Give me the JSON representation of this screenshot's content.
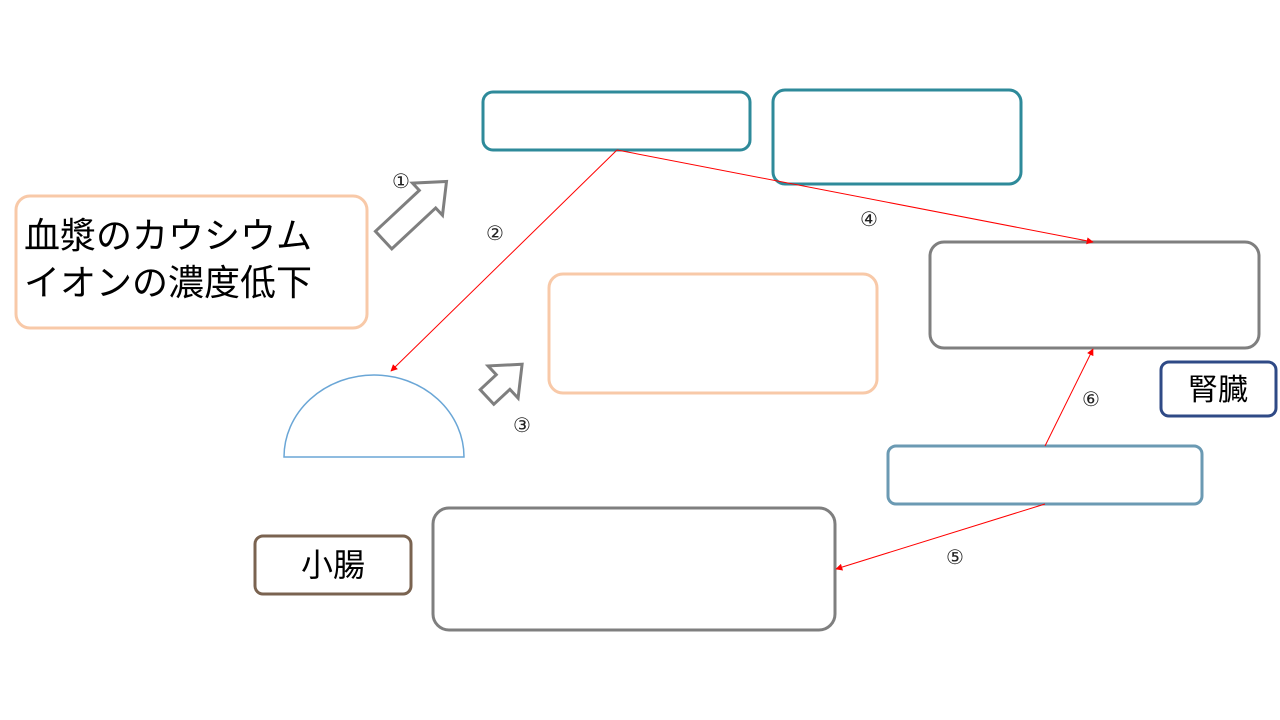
{
  "diagram": {
    "plasma_box": {
      "line1": "血漿のカウシウム",
      "line2": "イオンの濃度低下"
    },
    "labels": {
      "kidney": "腎臓",
      "small_intestine": "小腸"
    },
    "step_numbers": [
      "①",
      "②",
      "③",
      "④",
      "⑤",
      "⑥"
    ],
    "colors": {
      "teal": "#2e8a9a",
      "peach": "#f8c9a8",
      "gray": "#7f7f7f",
      "blue_gray": "#6b9ab3",
      "navy": "#2f4a86",
      "brown": "#7a6350",
      "red_line": "#ff0000",
      "half_circle": "#6aa6d6"
    }
  }
}
